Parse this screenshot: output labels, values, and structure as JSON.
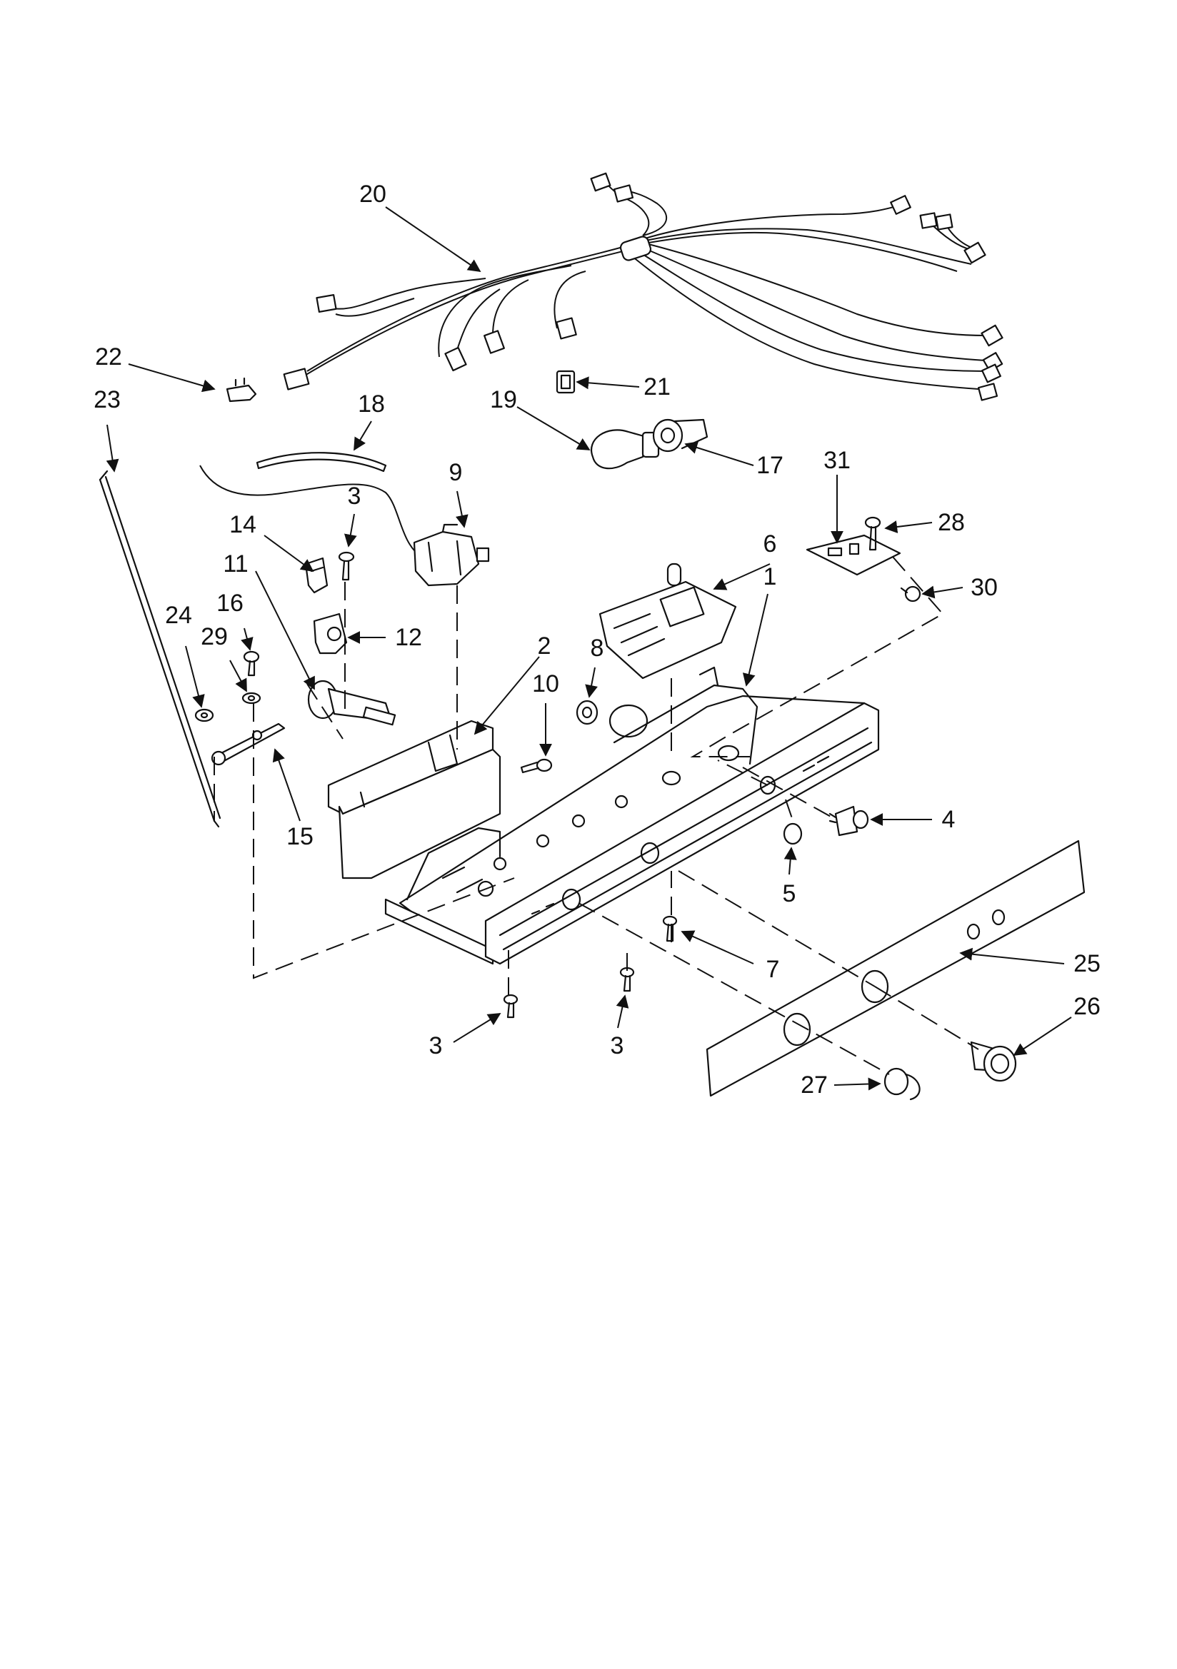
{
  "colors": {
    "ink": "#111111",
    "paper": "#ffffff"
  },
  "callouts": [
    {
      "id": "1",
      "label": "1"
    },
    {
      "id": "2",
      "label": "2"
    },
    {
      "id": "3a",
      "label": "3"
    },
    {
      "id": "3b",
      "label": "3"
    },
    {
      "id": "3c",
      "label": "3"
    },
    {
      "id": "4",
      "label": "4"
    },
    {
      "id": "5",
      "label": "5"
    },
    {
      "id": "6",
      "label": "6"
    },
    {
      "id": "7",
      "label": "7"
    },
    {
      "id": "8",
      "label": "8"
    },
    {
      "id": "9",
      "label": "9"
    },
    {
      "id": "10",
      "label": "10"
    },
    {
      "id": "11",
      "label": "11"
    },
    {
      "id": "12",
      "label": "12"
    },
    {
      "id": "14",
      "label": "14"
    },
    {
      "id": "15",
      "label": "15"
    },
    {
      "id": "16",
      "label": "16"
    },
    {
      "id": "17",
      "label": "17"
    },
    {
      "id": "18",
      "label": "18"
    },
    {
      "id": "19",
      "label": "19"
    },
    {
      "id": "20",
      "label": "20"
    },
    {
      "id": "21",
      "label": "21"
    },
    {
      "id": "22",
      "label": "22"
    },
    {
      "id": "23",
      "label": "23"
    },
    {
      "id": "24",
      "label": "24"
    },
    {
      "id": "25",
      "label": "25"
    },
    {
      "id": "26",
      "label": "26"
    },
    {
      "id": "27",
      "label": "27"
    },
    {
      "id": "28",
      "label": "28"
    },
    {
      "id": "29",
      "label": "29"
    },
    {
      "id": "30",
      "label": "30"
    },
    {
      "id": "31",
      "label": "31"
    }
  ]
}
